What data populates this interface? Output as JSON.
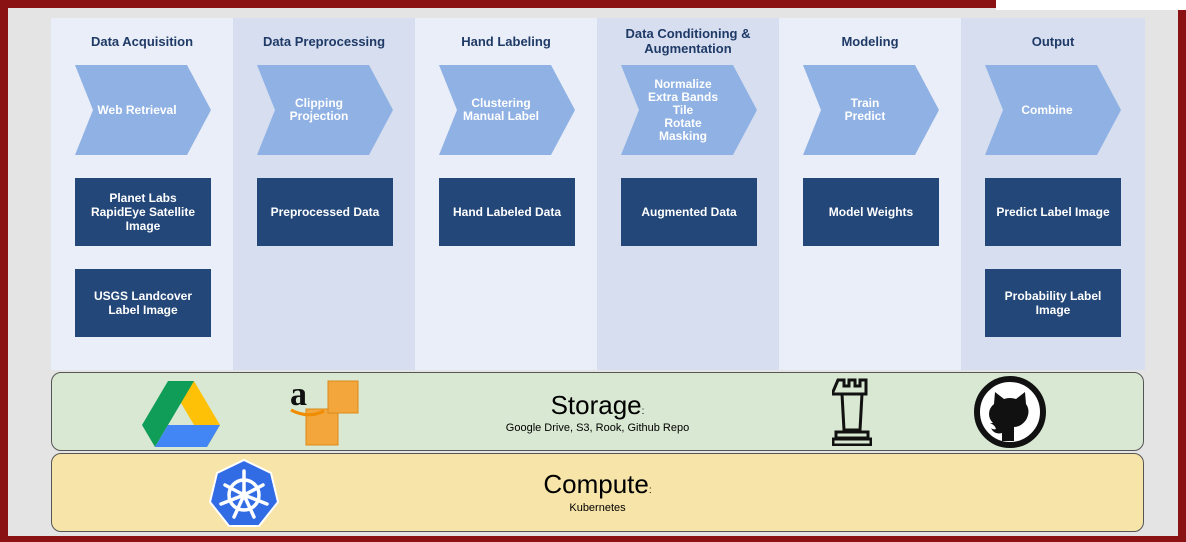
{
  "lanes": [
    {
      "title": "Data Acquisition",
      "step": "Web Retrieval",
      "outputs": [
        "Planet Labs\nRapidEye Satellite\nImage",
        "USGS Landcover\nLabel Image"
      ]
    },
    {
      "title": "Data Preprocessing",
      "step": "Clipping\nProjection",
      "outputs": [
        "Preprocessed Data"
      ]
    },
    {
      "title": "Hand Labeling",
      "step": "Clustering\nManual Label",
      "outputs": [
        "Hand Labeled Data"
      ]
    },
    {
      "title": "Data Conditioning &\nAugmentation",
      "step": "Normalize\nExtra Bands\nTile\nRotate\nMasking",
      "outputs": [
        "Augmented Data"
      ]
    },
    {
      "title": "Modeling",
      "step": "Train\nPredict",
      "outputs": [
        "Model Weights"
      ]
    },
    {
      "title": "Output",
      "step": "Combine",
      "outputs": [
        "Predict Label Image",
        "Probability Label\nImage"
      ]
    }
  ],
  "storage": {
    "title": "Storage",
    "subtitle": "Google Drive, S3, Rook, Github Repo",
    "icons": [
      "google-drive-icon",
      "amazon-s3-icon",
      "rook-icon",
      "github-icon"
    ]
  },
  "compute": {
    "title": "Compute",
    "subtitle": "Kubernetes",
    "icons": [
      "kubernetes-icon"
    ]
  },
  "colors": {
    "frame": "#8a1212",
    "lane_light": "#e9eef8",
    "lane_dark": "#d6def0",
    "chevron": "#8fb1e3",
    "box": "#234778",
    "storage": "#d9e8d2",
    "compute": "#f7e4a8"
  }
}
